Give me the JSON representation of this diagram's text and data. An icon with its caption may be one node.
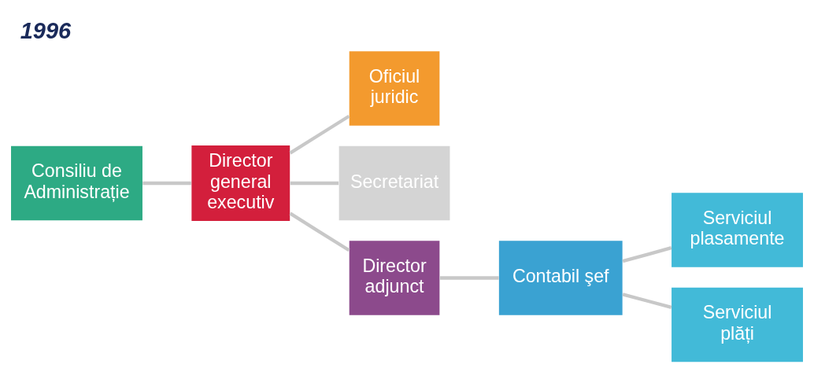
{
  "diagram": {
    "title": "1996",
    "nodes": [
      {
        "text": [
          "Consiliu de Administrație"
        ]
      },
      {
        "text": [
          "Director general executiv"
        ]
      },
      {
        "text": [
          "Oficiul juridic"
        ]
      },
      {
        "text": [
          "Secretariat"
        ]
      },
      {
        "text": [
          "Director adjunct"
        ]
      },
      {
        "text": [
          "Contabil şef"
        ]
      },
      {
        "text": [
          "Serviciul plasamente"
        ]
      },
      {
        "text": [
          "Serviciul plăți"
        ]
      }
    ],
    "edges": [
      {
        "from": 0,
        "to": 1,
        "arrow": "none"
      },
      {
        "from": 1,
        "to": 2,
        "arrow": "none"
      },
      {
        "from": 1,
        "to": 3,
        "arrow": "none"
      },
      {
        "from": 1,
        "to": 4,
        "arrow": "none"
      },
      {
        "from": 4,
        "to": 5,
        "arrow": "none"
      },
      {
        "from": 5,
        "to": 6,
        "arrow": "none"
      },
      {
        "from": 5,
        "to": 7,
        "arrow": "none"
      }
    ]
  }
}
